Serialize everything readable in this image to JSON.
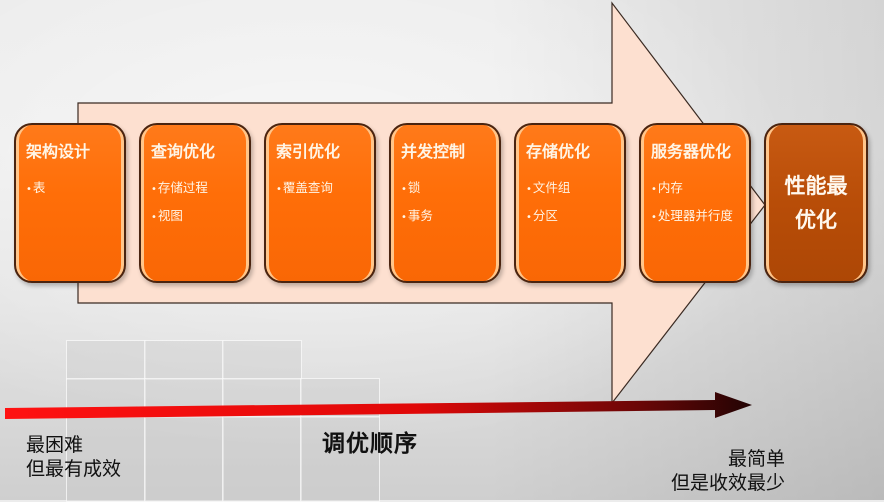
{
  "diagram": {
    "title": "调优顺序",
    "stages": [
      {
        "title": "架构设计",
        "items": [
          "表"
        ]
      },
      {
        "title": "查询优化",
        "items": [
          "存储过程",
          "视图"
        ]
      },
      {
        "title": "索引优化",
        "items": [
          "覆盖查询"
        ]
      },
      {
        "title": "并发控制",
        "items": [
          "锁",
          "事务"
        ]
      },
      {
        "title": "存储优化",
        "items": [
          "文件组",
          "分区"
        ]
      },
      {
        "title": "服务器优化",
        "items": [
          "内存",
          "处理器并行度"
        ]
      }
    ],
    "goal": {
      "title": "性能最优化"
    },
    "axis": {
      "start_label_line1": "最困难",
      "start_label_line2": "但最有成效",
      "end_label_line1": "最简单",
      "end_label_line2": "但是收效最少"
    },
    "colors": {
      "stage_box": "#ff6e08",
      "goal_box": "#b84d08",
      "big_arrow_fill": "#fde0d0",
      "axis_start": "#ff1010",
      "axis_end": "#2a0505"
    }
  }
}
